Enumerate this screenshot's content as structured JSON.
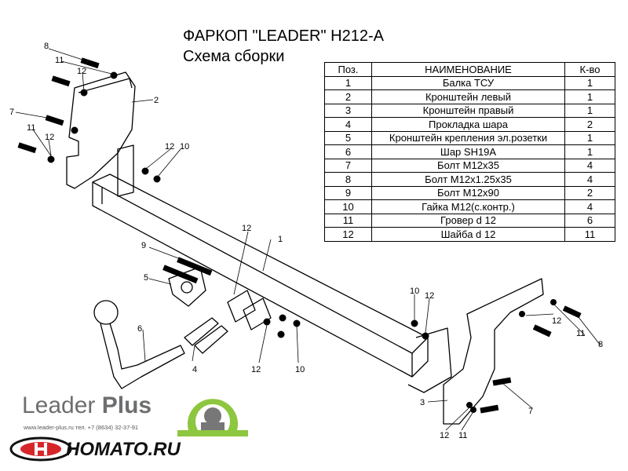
{
  "header": {
    "title": "ФАРКОП \"LEADER\" H212-A",
    "subtitle": "Схема сборки"
  },
  "parts_table": {
    "columns": [
      "Поз.",
      "НАИМЕНОВАНИЕ",
      "К-во"
    ],
    "rows": [
      [
        "1",
        "Балка ТСУ",
        "1"
      ],
      [
        "2",
        "Кронштейн левый",
        "1"
      ],
      [
        "3",
        "Кронштейн правый",
        "1"
      ],
      [
        "4",
        "Прокладка шара",
        "2"
      ],
      [
        "5",
        "Кронштейн крепления эл.розетки",
        "1"
      ],
      [
        "6",
        "Шар SH19A",
        "1"
      ],
      [
        "7",
        "Болт М12х35",
        "4"
      ],
      [
        "8",
        "Болт М12х1.25х35",
        "4"
      ],
      [
        "9",
        "Болт М12х90",
        "2"
      ],
      [
        "10",
        "Гайка М12(с.контр.)",
        "4"
      ],
      [
        "11",
        "Гровер d 12",
        "6"
      ],
      [
        "12",
        "Шайба d 12",
        "11"
      ]
    ]
  },
  "callouts": {
    "c8_top": "8",
    "c11_top": "11",
    "c12_top": "12",
    "c2": "2",
    "c7_left": "7",
    "c11_left": "11",
    "c12_left": "12",
    "c12_mid": "12",
    "c10_mid": "10",
    "c12_beam": "12",
    "c1": "1",
    "c9": "9",
    "c5": "5",
    "c6": "6",
    "c4": "4",
    "c12_low": "12",
    "c10_low": "10",
    "c10_right": "10",
    "c12_right": "12",
    "c12_r2": "12",
    "c11_r2": "11",
    "c8_right": "8",
    "c3": "3",
    "c7_right": "7",
    "c12_bottom": "12",
    "c11_bottom": "11"
  },
  "branding": {
    "logo_word1": "Leader",
    "logo_word2": "Plus",
    "contact": "www.leader-plus.ru   тел. +7 (8634) 32-37-91",
    "homato": "HOMATO.RU",
    "logo_green": "#8dc63f",
    "homato_red": "#d7262b"
  }
}
